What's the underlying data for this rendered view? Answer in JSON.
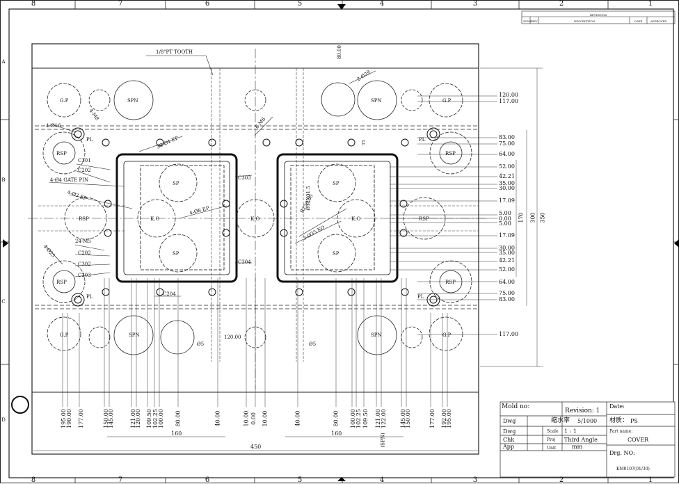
{
  "zones_top": [
    "8",
    "7",
    "6",
    "5",
    "4",
    "3",
    "2",
    "1"
  ],
  "zones_bottom": [
    "8",
    "7",
    "6",
    "5",
    "4",
    "3",
    "2",
    "1"
  ],
  "zones_side": [
    "A",
    "B",
    "C",
    "D"
  ],
  "labels": {
    "tooth": "1/8\"PT TOOTH",
    "gp": "G.P",
    "spn": "SPN",
    "pl": "PL",
    "rsp": "RSP",
    "sp": "SP",
    "ko": "K.O",
    "c301": "C301",
    "c202a": "C202",
    "c202b": "C202",
    "c302": "C302",
    "c203": "C203",
    "c204": "C204",
    "c303": "C303",
    "c304": "C304",
    "gate_pin": "4-Ø4 GATE PIN",
    "ep4": "4-Ø3 EP",
    "ep30": "30-Ø4 EP",
    "ep8": "4-Ø8 EP",
    "m5": "24-M5",
    "m6": "6-M6",
    "d16": "4-Ø16",
    "d25": "4-Ø25",
    "d29": "2-Ø29",
    "ko35": "3-Ø35 KO",
    "r50": "R250.50",
    "t5": "T5",
    "phi5a": "Ø5",
    "phi5b": "Ø5",
    "dim120": "120.00",
    "spn_label": "(SPN)",
    "top80": "80.00",
    "m8": "4-M8",
    "d21": "Ø12X01.5"
  },
  "right_dims": [
    "120.00",
    "117.00",
    "83.00",
    "75.00",
    "64.00",
    "52.00",
    "42.21",
    "35.00",
    "30.00",
    "17.09",
    "5.00",
    "0.00",
    "5.00",
    "17.09",
    "30.00",
    "35.00",
    "42.21",
    "52.00",
    "64.00",
    "75.00",
    "83.00",
    "117.00"
  ],
  "right_dims_v": [
    "170",
    "300",
    "350"
  ],
  "bottom_dims": [
    "195.00",
    "190.00",
    "177.00",
    "150.00",
    "145.00",
    "121.00",
    "120.00",
    "109.50",
    "102.25",
    "100.00",
    "80.00",
    "40.00",
    "10.00",
    "0.00",
    "10.00",
    "40.00",
    "80.00",
    "100.00",
    "102.25",
    "109.50",
    "121.00",
    "122.00",
    "145.00",
    "150.00",
    "177.00",
    "192.00",
    "195.00"
  ],
  "bottom_spans": [
    "160",
    "160",
    "450"
  ],
  "revision_block": {
    "header": "REVISIONS",
    "cols": [
      "ZONE",
      "REV",
      "DESCRIPTION",
      "DATE",
      "APPROVED"
    ]
  },
  "title_block": {
    "mold_no_label": "Mold no:",
    "revision": "Revision: 1",
    "date_label": "Date:",
    "dwg1": "Dwg",
    "shrink_label": "缩水率",
    "shrink_value": "5/1000",
    "material_label": "材质：",
    "material_value": "PS",
    "dwg2": "Dwg",
    "scale_label": "Scale",
    "scale_value": "1 : 1",
    "part_name_label": "Part name:",
    "chk": "Chk",
    "proj_label": "Proj",
    "proj_value": "Third Angle",
    "part_name_value": "COVER",
    "app": "App",
    "unit_label": "Unit",
    "unit_value": "mm",
    "drg_no_label": "Drg.  NO:",
    "drg_no_value": "KM0107(01/30)"
  }
}
